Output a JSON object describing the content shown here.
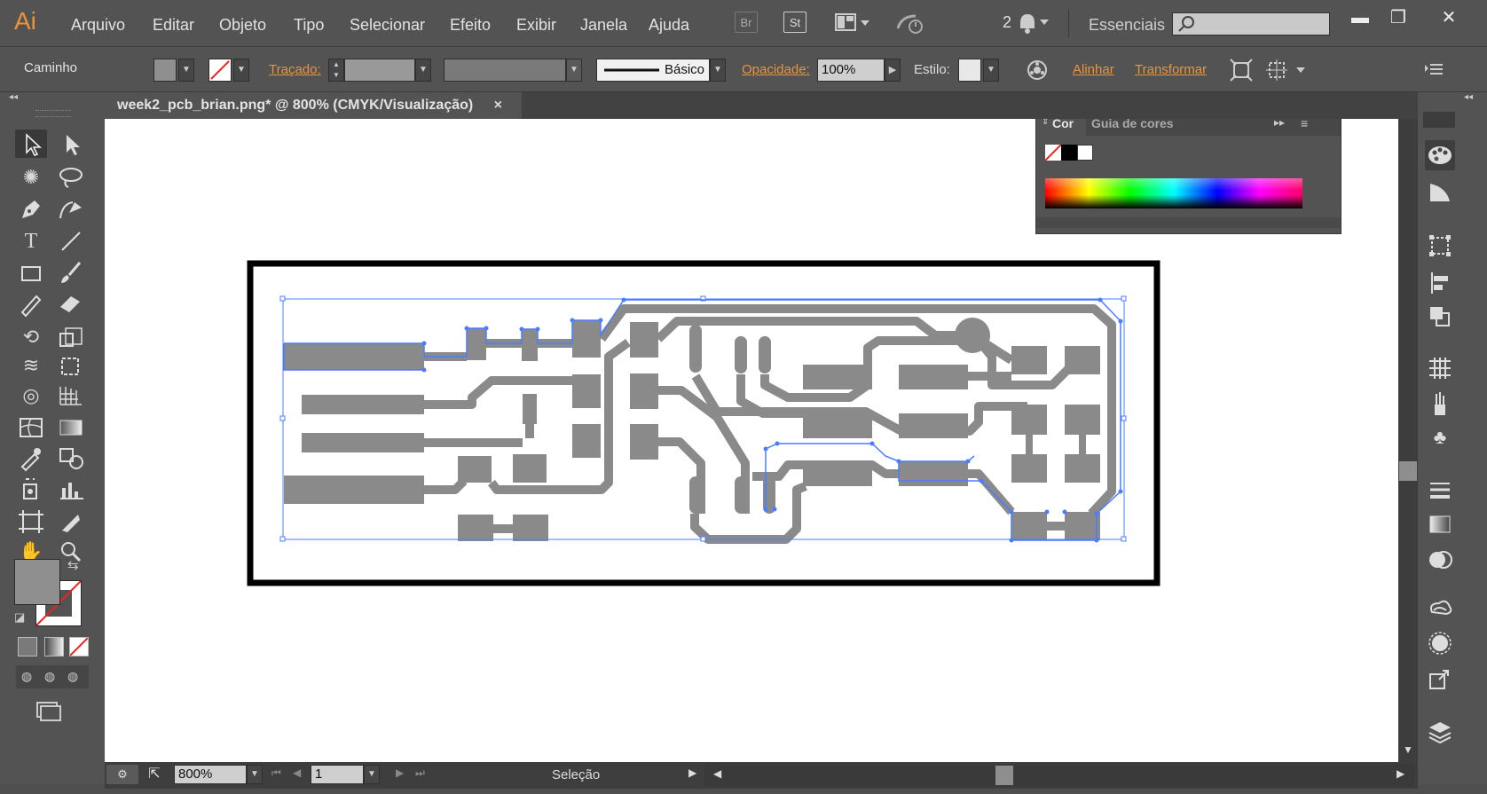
{
  "app": {
    "logo": "Ai"
  },
  "menu": [
    "Arquivo",
    "Editar",
    "Objeto",
    "Tipo",
    "Selecionar",
    "Efeito",
    "Exibir",
    "Janela",
    "Ajuda"
  ],
  "menubar": {
    "bridge_label": "Br",
    "stock_label": "St",
    "notifications_count": "2",
    "workspace": "Essenciais",
    "search_placeholder": ""
  },
  "control": {
    "object_type": "Caminho",
    "stroke_label": "Traçado:",
    "profile_label": "Básico",
    "opacity_label": "Opacidade:",
    "opacity_value": "100%",
    "style_label": "Estilo:",
    "align_label": "Alinhar",
    "transform_label": "Transformar"
  },
  "document": {
    "tab_title": "week2_pcb_brian.png* @ 800% (CMYK/Visualização)",
    "close_glyph": "×"
  },
  "color_panel": {
    "tab_active": "Cor",
    "tab_inactive": "Guia de cores"
  },
  "status": {
    "zoom": "800%",
    "artboard": "1",
    "tool_name": "Seleção"
  },
  "colors": {
    "accent": "#e8953a",
    "selection": "#4a7dff",
    "trace": "#8a8a8a"
  }
}
